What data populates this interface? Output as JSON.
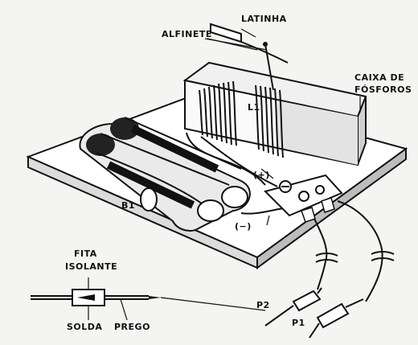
{
  "labels": {
    "latinha": "LATINHA",
    "alfinete": "ALFINETE",
    "caixa_line1": "CAIXA DE",
    "caixa_line2": "FÓSFOROS",
    "l1": "L1",
    "b1": "B1",
    "plus": "(+)",
    "minus": "(−)",
    "fita_line1": "FITA",
    "fita_line2": "ISOLANTE",
    "solda": "SOLDA",
    "prego": "PREGO",
    "p1": "P1",
    "p2": "P2"
  },
  "colors": {
    "ink": "#111111",
    "paper": "#f4f4f2",
    "board": "#ffffff"
  }
}
